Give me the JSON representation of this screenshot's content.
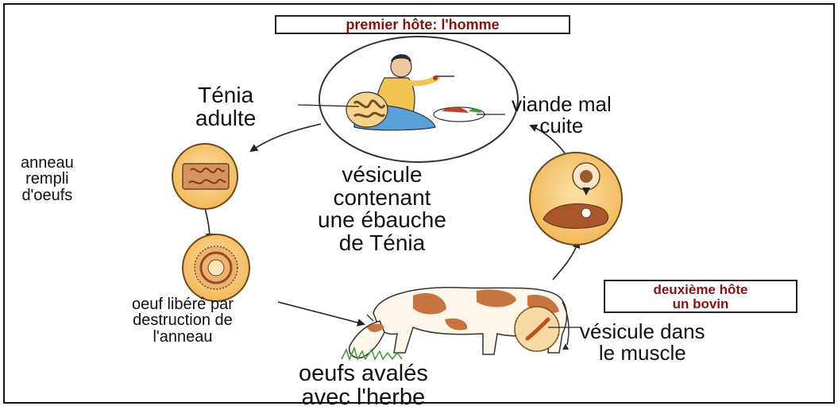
{
  "hosts": {
    "first": "premier hôte: l'homme",
    "second_line1": "deuxième hôte",
    "second_line2": "un bovin"
  },
  "labels": {
    "tenia_line1": "Ténia",
    "tenia_line2": "adulte",
    "viande_line1": "viande mal",
    "viande_line2": "cuite",
    "anneau_line1": "anneau",
    "anneau_line2": "rempli",
    "anneau_line3": "d'oeufs",
    "vesicule_line1": "vésicule",
    "vesicule_line2": "contenant",
    "vesicule_line3": "une ébauche",
    "vesicule_line4": "de Ténia",
    "oeuf_line1": "oeuf libéré par",
    "oeuf_line2": "destruction de",
    "oeuf_line3": "l'anneau",
    "muscle_line1": "vésicule dans",
    "muscle_line2": "le muscle",
    "avales_line1": "oeufs avalés",
    "avales_line2": "avec l'herbe"
  },
  "colors": {
    "host_text": "#8b1111",
    "circle_fill": "#f7c97a",
    "circle_stroke": "#6b4a1a",
    "segment_fill": "#d8925f",
    "cow_patch": "#c8743e",
    "line": "#222222"
  }
}
